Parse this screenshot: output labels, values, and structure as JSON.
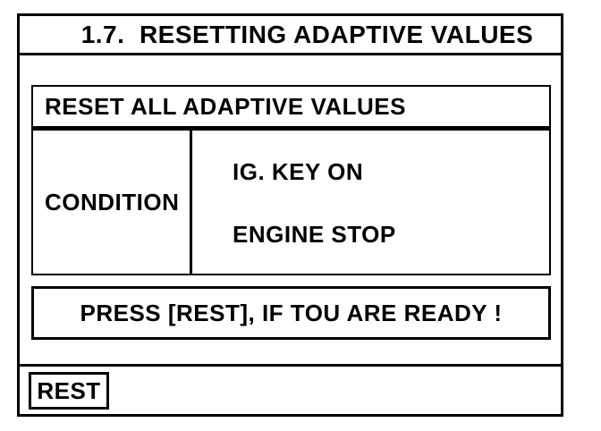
{
  "header": {
    "title": "1.7.  RESETTING ADAPTIVE VALUES"
  },
  "main": {
    "section_title": "RESET ALL ADAPTIVE VALUES",
    "condition": {
      "label": "CONDITION",
      "values": [
        "IG. KEY ON",
        "ENGINE STOP"
      ]
    },
    "instruction": "PRESS [REST], IF TOU ARE READY !"
  },
  "footer": {
    "rest_button_label": "REST"
  },
  "colors": {
    "foreground": "#000000",
    "background": "#ffffff"
  }
}
